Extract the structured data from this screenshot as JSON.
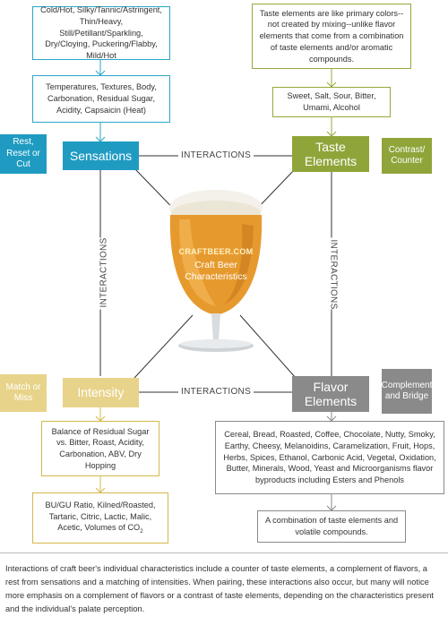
{
  "sensations": {
    "hub": "Sensations",
    "side": "Rest, Reset or Cut",
    "box_outer": "Cold/Hot, Silky/Tannic/Astringent, Thin/Heavy, Still/Petillant/Sparkling, Dry/Cloying, Puckering/Flabby, Mild/Hot",
    "box_inner": "Temperatures, Textures, Body, Carbonation, Residual Sugar, Acidity, Capsaicin (Heat)"
  },
  "taste": {
    "hub": "Taste Elements",
    "side": "Contrast/ Counter",
    "box_outer": "Taste elements are like primary colors--not created by mixing--unlike flavor elements that come from a combination of taste elements and/or aromatic compounds.",
    "box_inner": "Sweet, Salt, Sour, Bitter, Umami, Alcohol"
  },
  "intensity": {
    "hub": "Intensity",
    "side": "Match or Miss",
    "box_inner": "Balance of Residual Sugar vs. Bitter, Roast, Acidity, Carbonation, ABV, Dry Hopping",
    "box_outer_main": "BU/GU Ratio, Kilned/Roasted, Tartaric, Citric, Lactic, Malic, Acetic, Volumes of CO",
    "box_outer_sub": "2"
  },
  "flavor": {
    "hub": "Flavor Elements",
    "side": "Complement and Bridge",
    "box_inner": "Cereal, Bread, Roasted, Coffee, Chocolate, Nutty, Smoky, Earthy, Cheesy, Melanoidins, Caramelization, Fruit, Hops, Herbs, Spices, Ethanol, Carbonic Acid, Vegetal, Oxidation, Butter, Minerals, Wood, Yeast and Microorganisms flavor byproducts including Esters and Phenols",
    "box_outer": "A combination of taste elements and volatile compounds."
  },
  "center": {
    "brand": "CRAFTBEER.COM",
    "title_line1": "Craft Beer",
    "title_line2": "Characteristics"
  },
  "interactions": {
    "top": "INTERACTIONS",
    "bottom": "INTERACTIONS",
    "left": "INTERACTIONS",
    "right": "INTERACTIONS"
  },
  "footer": "Interactions of craft beer's individual characteristics include a counter of taste elements, a complement of flavors, a rest from sensations and a matching of intensities. When pairing, these interactions also occur, but many will notice more emphasis on a complement of flavors or a contrast of taste elements, depending on the characteristics present and the individual's palate perception.",
  "colors": {
    "teal": "#1f9bc2",
    "green": "#8fa53a",
    "gold": "#e8d38a",
    "gray": "#8a8a8a",
    "beer": "#e69a2e"
  }
}
